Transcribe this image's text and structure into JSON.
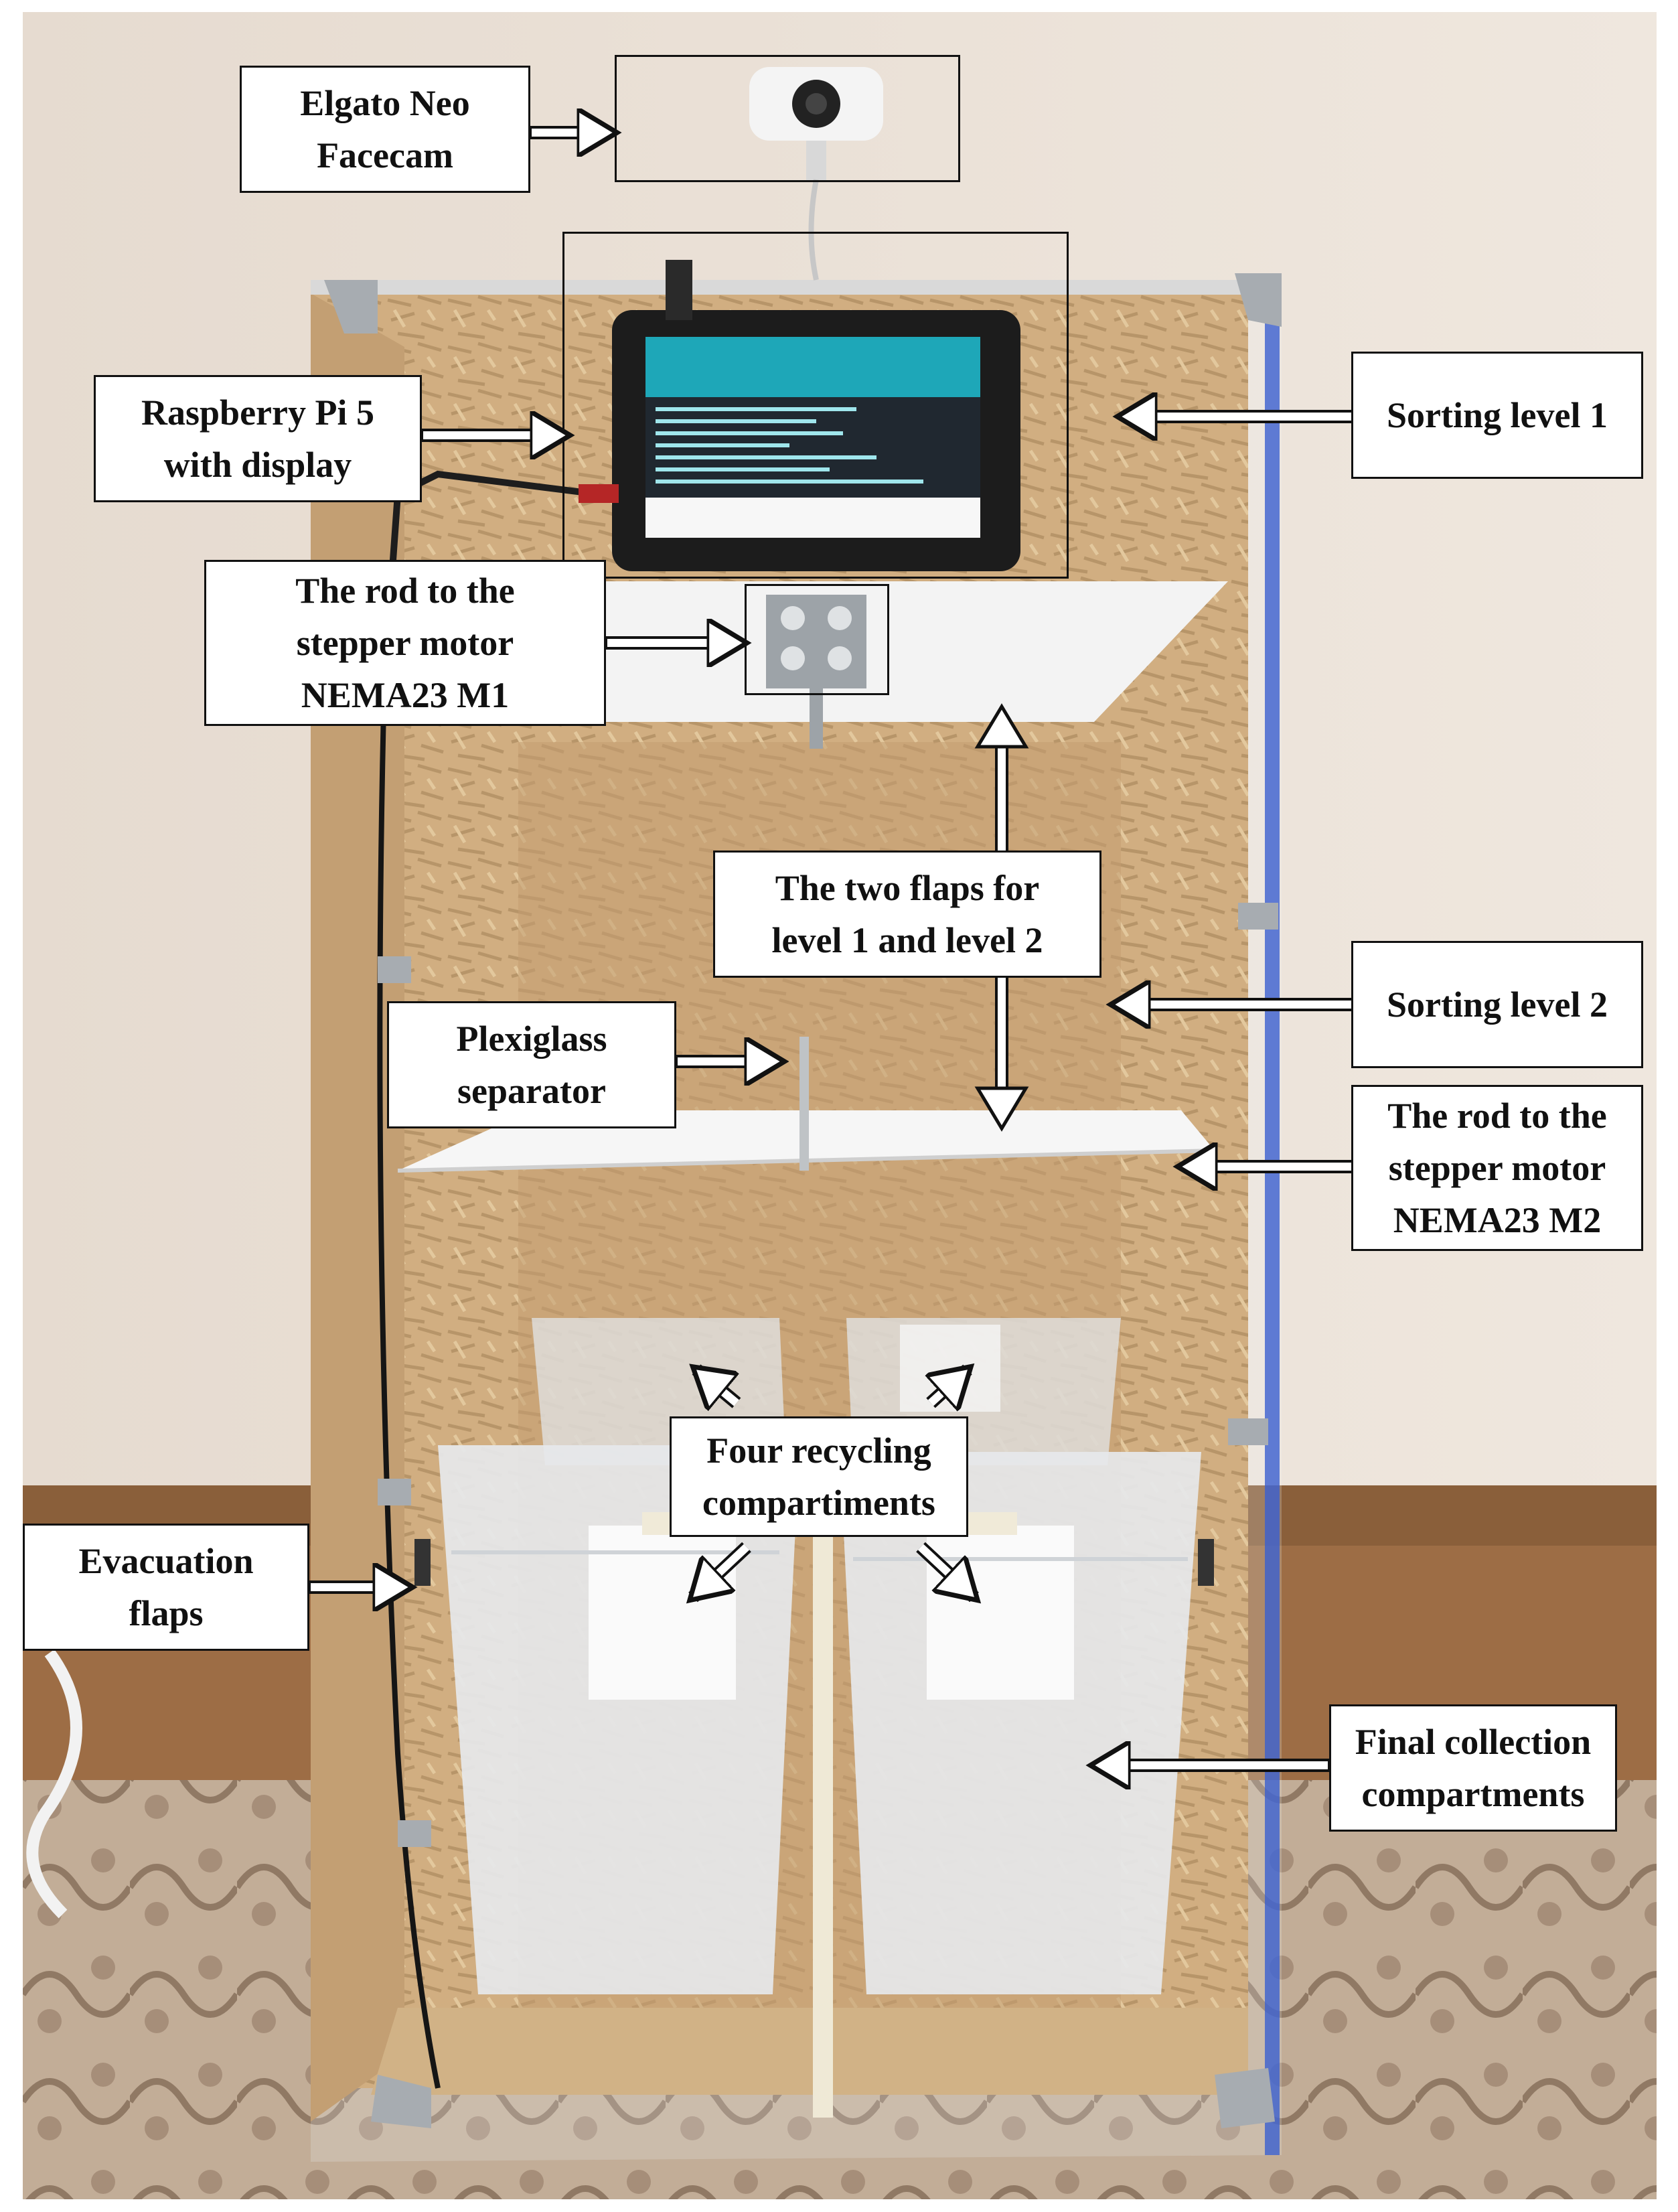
{
  "labels": {
    "facecam": [
      "Elgato Neo",
      "Facecam"
    ],
    "raspberry": [
      "Raspberry Pi 5",
      "with display"
    ],
    "sorting1": [
      "Sorting level 1"
    ],
    "rod_m1": [
      "The rod to the",
      "stepper motor",
      "NEMA23 M1"
    ],
    "flaps": [
      "The two flaps for",
      "level 1 and level 2"
    ],
    "sorting2": [
      "Sorting level 2"
    ],
    "plexiglass": [
      "Plexiglass",
      "separator"
    ],
    "rod_m2": [
      "The rod to the",
      "stepper motor",
      "NEMA23 M2"
    ],
    "four_recycling": [
      "Four recycling",
      "compartiments"
    ],
    "evacuation": [
      "Evacuation",
      "flaps"
    ],
    "final": [
      "Final collection",
      "compartments"
    ]
  },
  "colors": {
    "wall": "#e9dfd5",
    "osb": "#c79a5e",
    "floor": "#9a6c45",
    "plexi": "#f2f2f0",
    "bin": "#e5e7ea",
    "label_border": "#111111"
  }
}
